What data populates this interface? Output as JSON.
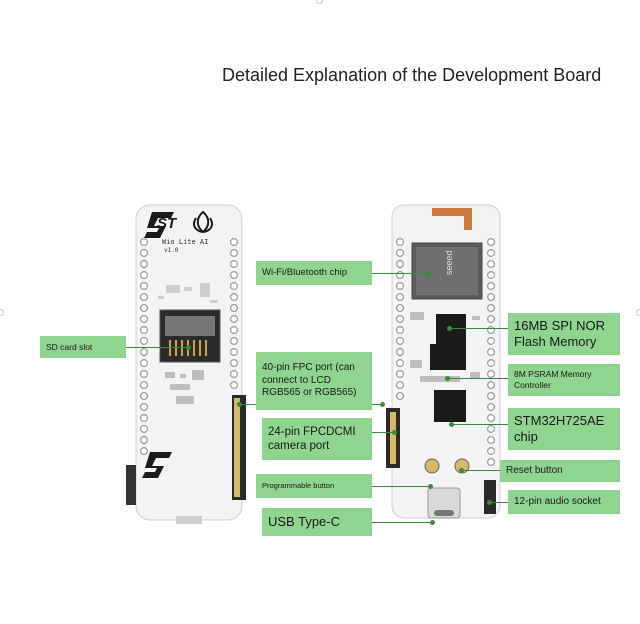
{
  "title": "Detailed Explanation of the Development Board",
  "board_left": {
    "logo": "ST",
    "silk_name": "Wio Lite AI",
    "silk_version": "v1.0"
  },
  "board_right": {
    "module_text": "seeed"
  },
  "labels": {
    "sd_card_slot": "SD card slot",
    "wifi_bt_chip": "Wi-Fi/Bluetooth chip",
    "fpc_40pin": "40-pin FPC port (can connect to LCD RGB565 or RGB565)",
    "fpc_24pin": "24-pin FPCDCMI camera port",
    "programmable_button": "Programmable button",
    "usb_type_c": "USB Type-C",
    "spi_nor_flash": "16MB SPI NOR Flash Memory",
    "psram": "8M PSRAM Memory Controller",
    "mcu_chip": "STM32H725AE chip",
    "reset_button": "Reset button",
    "audio_socket": "12-pin audio socket"
  },
  "colors": {
    "label_bg": "#8fd48f",
    "leader": "#3a8a3a",
    "board_white": "#f4f4f4",
    "chip_black": "#1b1b1b"
  }
}
